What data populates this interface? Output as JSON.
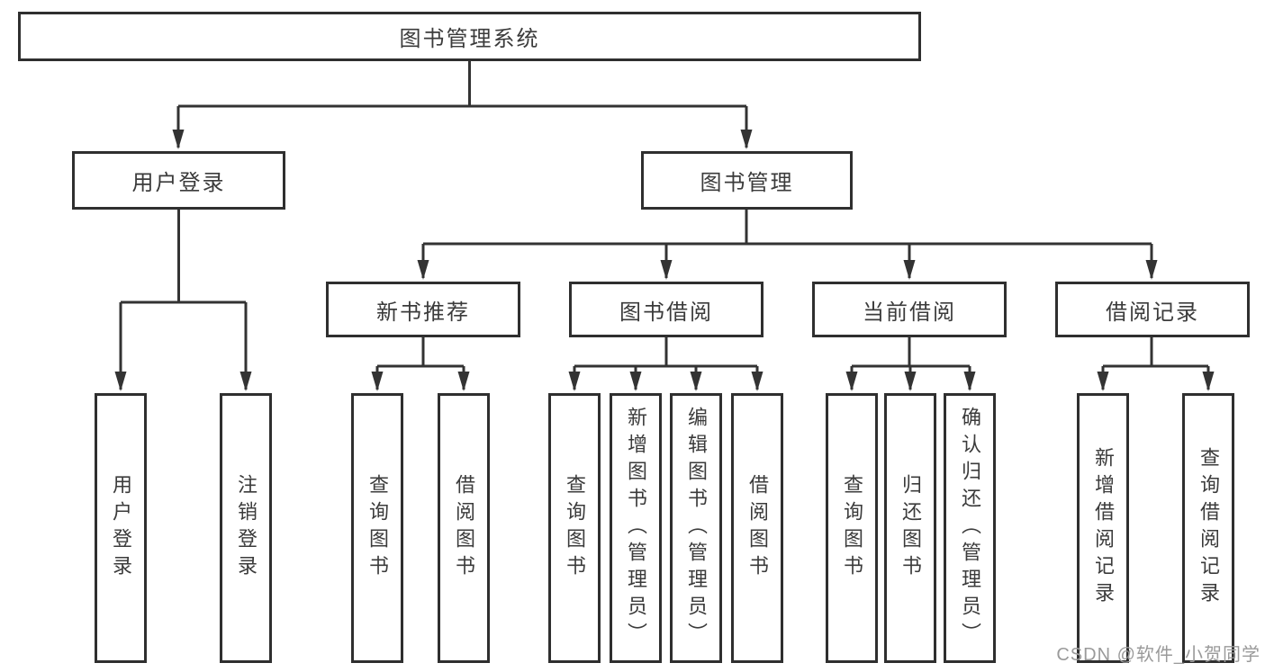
{
  "diagram": {
    "title": "图书管理系统",
    "root": {
      "label": "图书管理系统"
    },
    "level2": [
      {
        "label": "用户登录"
      },
      {
        "label": "图书管理"
      }
    ],
    "level3": [
      {
        "label": "新书推荐"
      },
      {
        "label": "图书借阅"
      },
      {
        "label": "当前借阅"
      },
      {
        "label": "借阅记录"
      }
    ],
    "leaves": [
      {
        "label": "用户登录",
        "parent": "用户登录"
      },
      {
        "label": "注销登录",
        "parent": "用户登录"
      },
      {
        "label": "查询图书",
        "parent": "新书推荐"
      },
      {
        "label": "借阅图书",
        "parent": "新书推荐"
      },
      {
        "label": "查询图书",
        "parent": "图书借阅"
      },
      {
        "label": "新增图书（管理员）",
        "parent": "图书借阅"
      },
      {
        "label": "编辑图书（管理员）",
        "parent": "图书借阅"
      },
      {
        "label": "借阅图书",
        "parent": "图书借阅"
      },
      {
        "label": "查询图书",
        "parent": "当前借阅"
      },
      {
        "label": "归还图书",
        "parent": "当前借阅"
      },
      {
        "label": "确认归还（管理员）",
        "parent": "当前借阅"
      },
      {
        "label": "新增借阅记录",
        "parent": "借阅记录"
      },
      {
        "label": "查询借阅记录",
        "parent": "借阅记录"
      }
    ],
    "watermark": "CSDN @软件_小贺同学",
    "colors": {
      "line": "#333333",
      "border": "#2f2f2f",
      "text": "#3b3b3b",
      "watermark": "#9a9a9a",
      "background": "#ffffff"
    }
  }
}
